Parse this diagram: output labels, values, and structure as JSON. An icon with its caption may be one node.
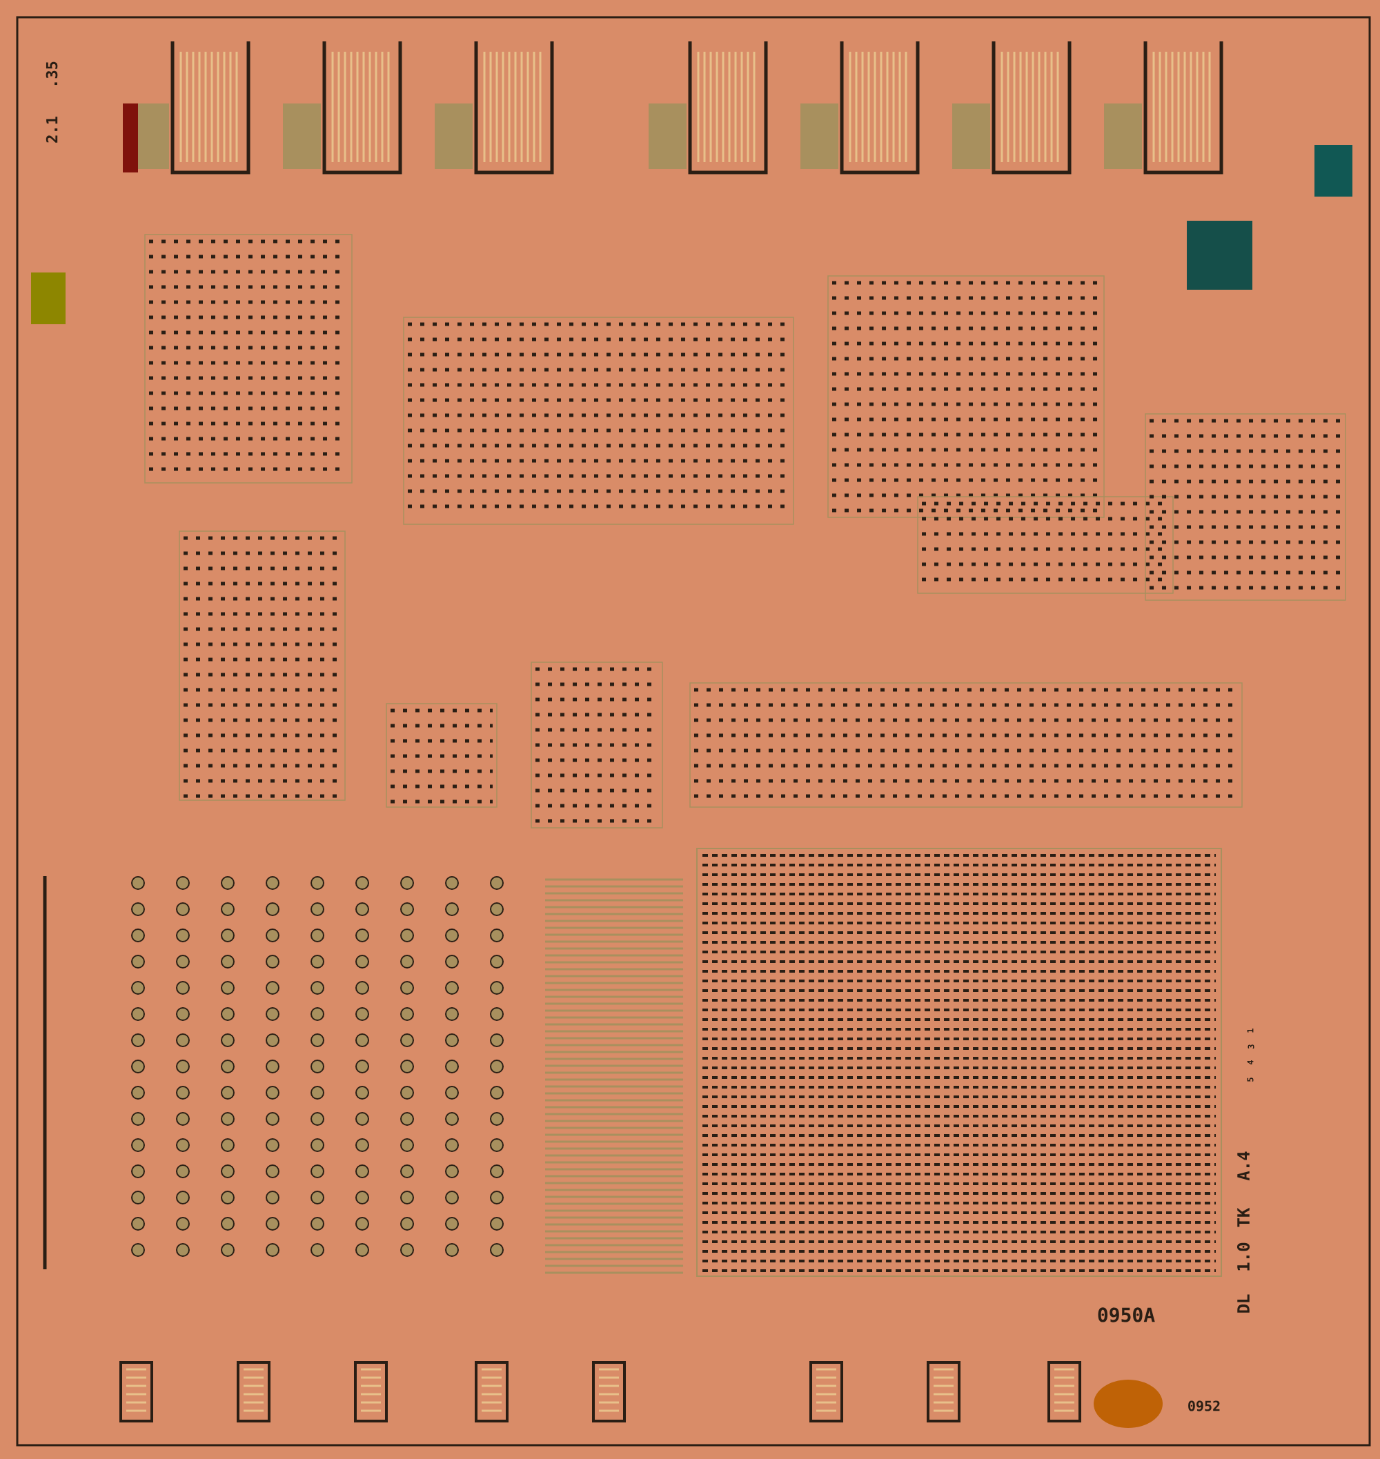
{
  "diagram": {
    "labels": [
      ".35",
      "2.1",
      "1",
      "3",
      "4",
      "5",
      "A.4",
      "TK",
      "1.0",
      "DL",
      "0950A",
      "0952"
    ]
  }
}
